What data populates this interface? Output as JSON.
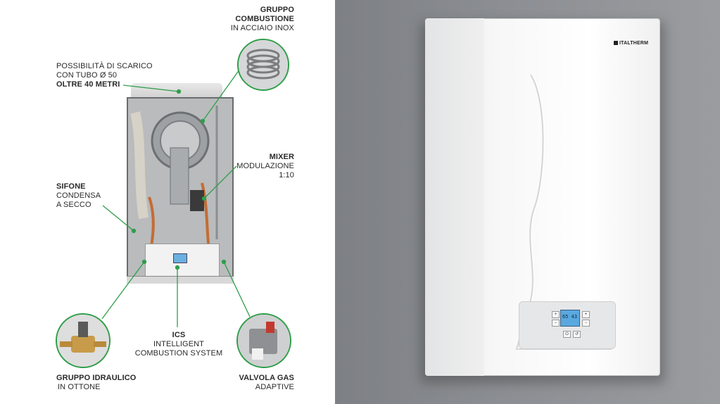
{
  "labels": {
    "gruppo_combustione": {
      "title1": "GRUPPO",
      "title2": "COMBUSTIONE",
      "sub": "IN ACCIAIO INOX"
    },
    "scarico": {
      "line1": "POSSIBILITÀ DI SCARICO",
      "line2": "CON TUBO Ø 50",
      "line3": "OLTRE 40 METRI"
    },
    "mixer": {
      "title": "MIXER",
      "line1": "MODULAZIONE",
      "line2": "1:10"
    },
    "sifone": {
      "title": "SIFONE",
      "line1": "CONDENSA",
      "line2": "A SECCO"
    },
    "ics": {
      "title": "ICS",
      "line1": "INTELLIGENT",
      "line2": "COMBUSTION SYSTEM"
    },
    "idraulico": {
      "title": "GRUPPO IDRAULICO",
      "line1": "IN OTTONE"
    },
    "valvola": {
      "title": "VALVOLA GAS",
      "line1": "ADAPTIVE"
    }
  },
  "boiler": {
    "brand": "ITALTHERM",
    "display_value": "65  43"
  },
  "colors": {
    "accent": "#2f9e4a",
    "wall": "#8a8d91"
  }
}
